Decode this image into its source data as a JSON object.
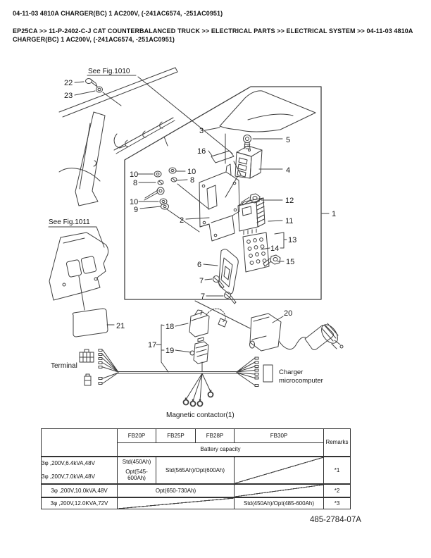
{
  "page": {
    "title": "04-11-03 4810A CHARGER(BC) 1 AC200V, (-241AC6574, -251AC0951)",
    "breadcrumb": "EP25CA >> 11-P-2402-C-J CAT COUNTERBALANCED TRUCK >> ELECTRICAL PARTS >> ELECTRICAL SYSTEM >> 04-11-03 4810A CHARGER(BC) 1 AC200V, (-241AC6574, -251AC0951)",
    "footer_code": "485-2784-07A"
  },
  "diagram": {
    "labels": {
      "fig1010": "See Fig.1010",
      "fig1011": "See Fig.1011",
      "terminal": "Terminal",
      "charger_micro_1": "Charger",
      "charger_micro_2": "microcomputer",
      "magnetic_contactor": "Magnetic contactor(1)"
    },
    "callouts": {
      "n1": "1",
      "n2": "2",
      "n3": "3",
      "n4": "4",
      "n5": "5",
      "n6": "6",
      "n7": "7",
      "n8": "8",
      "n9": "9",
      "n10": "10",
      "n11": "11",
      "n12": "12",
      "n13": "13",
      "n14": "14",
      "n15": "15",
      "n16": "16",
      "n17": "17",
      "n18": "18",
      "n19": "19",
      "n20": "20",
      "n21": "21",
      "n22": "22",
      "n23": "23"
    }
  },
  "table": {
    "headers": {
      "fb20p": "FB20P",
      "fb25p": "FB25P",
      "fb28p": "FB28P",
      "fb30p": "FB30P",
      "remarks": "Remarks",
      "battery": "Battery capacity"
    },
    "row1": {
      "spec_a": "3φ ,200V,6.4kVA,48V",
      "spec_b": "3φ ,200V,7.0kVA,48V",
      "fb20p_a": "Std(450Ah)",
      "fb20p_b": "Opt(545-600Ah)",
      "fb25p_fb28p": "Std(565Ah)/Opt(600Ah)",
      "remarks": "*1"
    },
    "row2": {
      "spec": "3φ ,200V,10.0kVA,48V",
      "fb20p_fb28p": "Opt(650-730Ah)",
      "remarks": "*2"
    },
    "row3": {
      "spec": "3φ ,200V,12.0KVA,72V",
      "fb30p": "Std(450Ah)/Opt(485-600Ah)",
      "remarks": "*3"
    }
  }
}
